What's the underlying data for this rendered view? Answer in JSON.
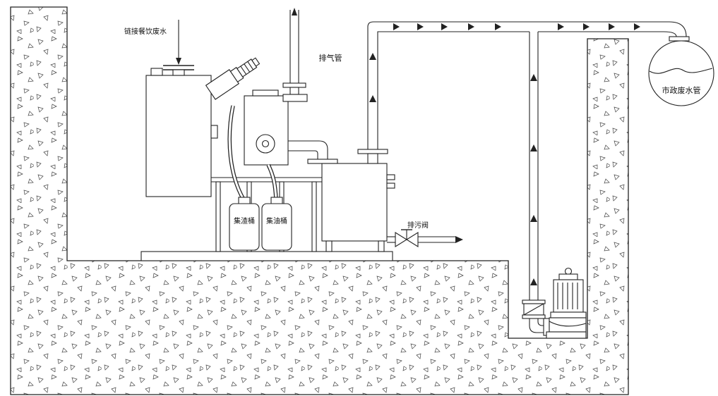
{
  "diagram": {
    "type": "grease-separator-installation-schematic",
    "background": "#ffffff",
    "line_color": "#222222",
    "labels": {
      "inlet": "链接餐饮废水",
      "vent": "排气管",
      "slag_bucket": "集渣桶",
      "oil_bucket": "集油桶",
      "drain_valve": "排污阀",
      "municipal": "市政废水管"
    },
    "components": [
      "kitchen-wastewater-inlet",
      "grease-separator-unit",
      "slag-collection-bucket",
      "oil-collection-bucket",
      "vent-pipe",
      "discharge-riser-pipe",
      "overhead-discharge-pipe",
      "drain-valve",
      "pump-riser-pipe",
      "submersible-pump",
      "municipal-wastewater-outfall"
    ]
  }
}
